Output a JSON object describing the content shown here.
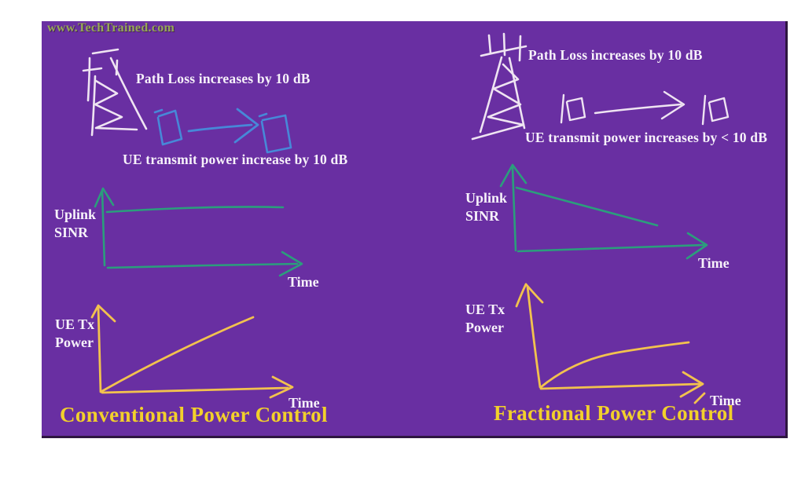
{
  "watermark": "www.TechTrained.com",
  "colors": {
    "background": "#692FA2",
    "border_dark": "#2E1640",
    "sketch_white": "#EFE4F2",
    "text_white": "#F7F2FA",
    "green": "#2B9E7C",
    "yellow": "#F2C24E",
    "blue": "#4788D8",
    "title_yellow": "#F2D02B",
    "watermark_green": "#96A757"
  },
  "left": {
    "path_loss": "Path Loss increases by 10 dB",
    "ue_power": "UE transmit power increase by 10 dB",
    "sinr_axis_label": "Uplink SINR",
    "sinr_time_label": "Time",
    "tx_axis_label": "UE Tx Power",
    "tx_time_label": "Time",
    "title": "Conventional Power Control"
  },
  "right": {
    "path_loss": "Path Loss increases by 10 dB",
    "ue_power": "UE transmit power increases by < 10 dB",
    "sinr_axis_label": "Uplink SINR",
    "sinr_time_label": "Time",
    "tx_axis_label": "UE Tx Power",
    "tx_time_label": "Time",
    "title": "Fractional Power Control"
  }
}
